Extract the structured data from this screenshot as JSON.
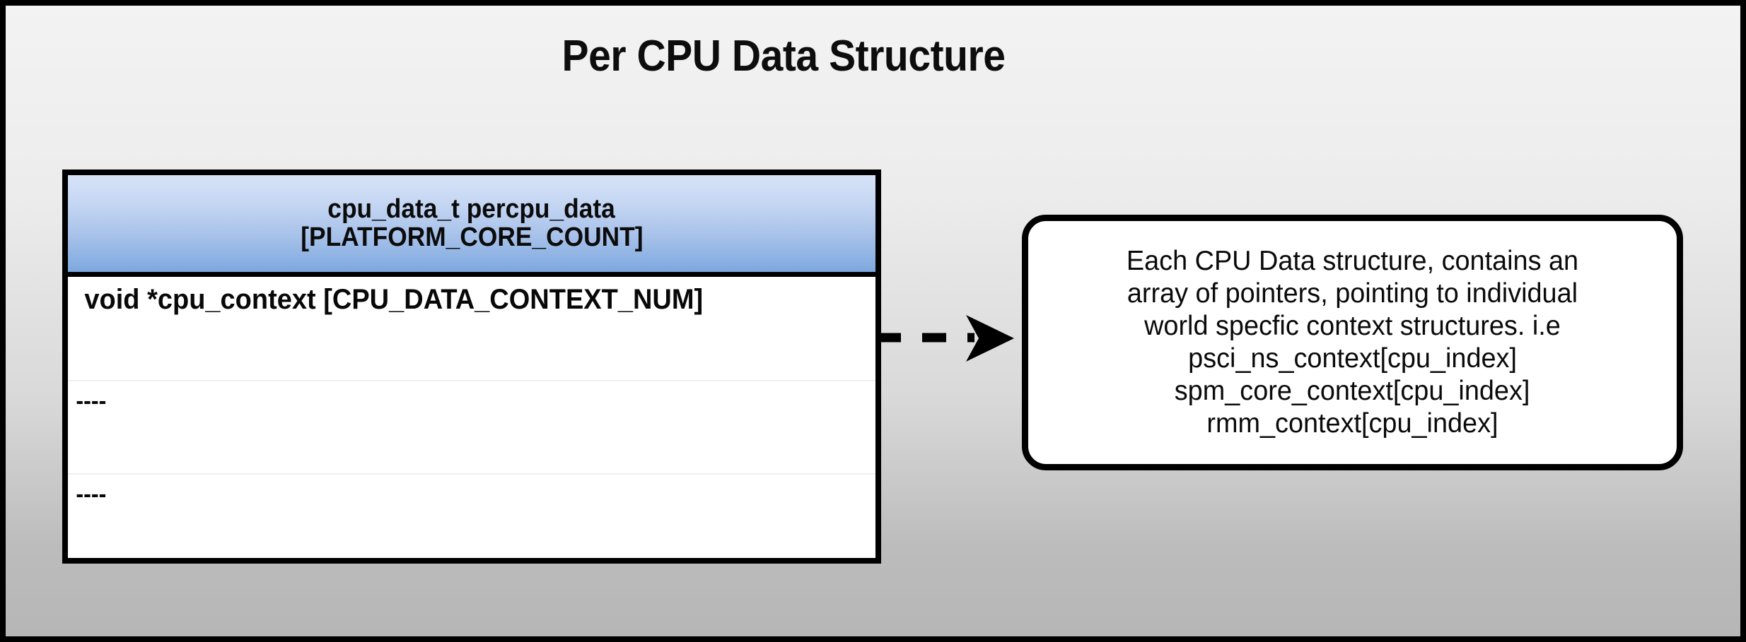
{
  "slide": {
    "title": "Per CPU Data Structure",
    "background_top_color": "#f3f3f3",
    "background_bottom_color": "#b6b6b6"
  },
  "struct_table": {
    "header": {
      "line1": "cpu_data_t percpu_data",
      "line2": "[PLATFORM_CORE_COUNT]",
      "gradient_top_color": "#d7e3f8",
      "gradient_bottom_color": "#7ca8df"
    },
    "rows": [
      {
        "text": "void *cpu_context [CPU_DATA_CONTEXT_NUM]"
      },
      {
        "text": "----"
      },
      {
        "text": "----"
      }
    ]
  },
  "connector": {
    "style": "dashed-arrow",
    "direction": "right"
  },
  "callout": {
    "lines": [
      "Each CPU Data structure, contains an",
      "array of pointers, pointing to individual",
      "world specfic context structures. i.e",
      "psci_ns_context[cpu_index]",
      "spm_core_context[cpu_index]",
      "rmm_context[cpu_index]"
    ]
  }
}
